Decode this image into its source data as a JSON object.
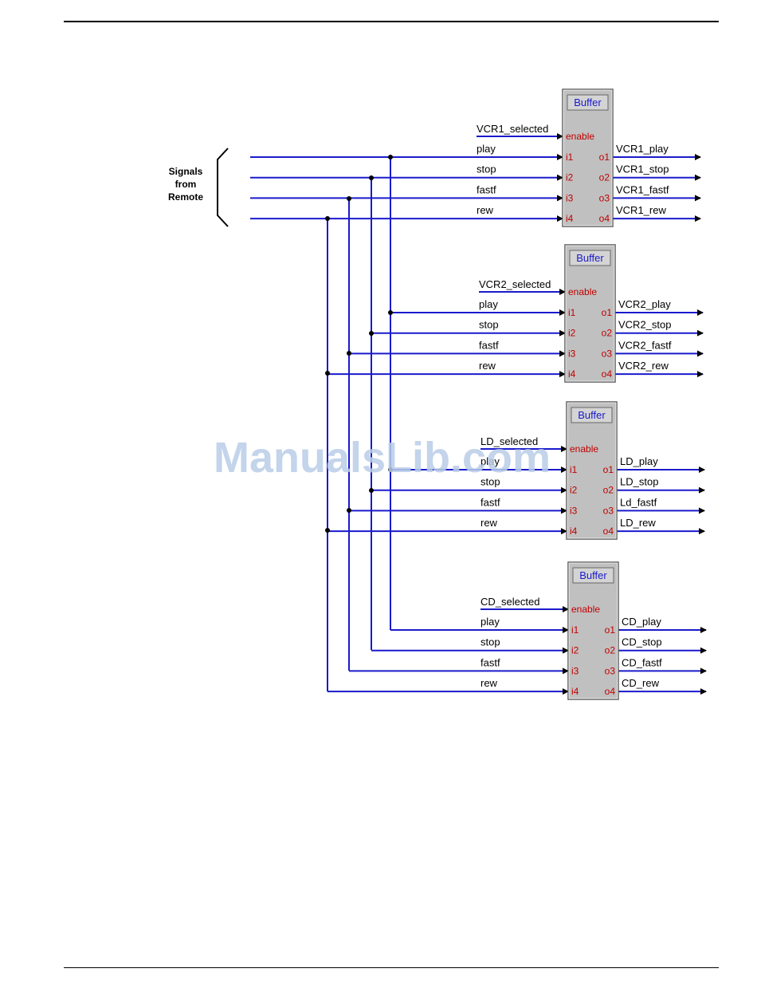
{
  "remote_label": [
    "Signals",
    "from",
    "Remote"
  ],
  "watermark": "ManualsLib.com",
  "buffers": [
    {
      "title": "Buffer",
      "enable_signal": "VCR1_selected",
      "enable_pin": "enable",
      "inputs": [
        "play",
        "stop",
        "fastf",
        "rew"
      ],
      "input_pins": [
        "i1",
        "i2",
        "i3",
        "i4"
      ],
      "output_pins": [
        "o1",
        "o2",
        "o3",
        "o4"
      ],
      "outputs": [
        "VCR1_play",
        "VCR1_stop",
        "VCR1_fastf",
        "VCR1_rew"
      ]
    },
    {
      "title": "Buffer",
      "enable_signal": "VCR2_selected",
      "enable_pin": "enable",
      "inputs": [
        "play",
        "stop",
        "fastf",
        "rew"
      ],
      "input_pins": [
        "i1",
        "i2",
        "i3",
        "i4"
      ],
      "output_pins": [
        "o1",
        "o2",
        "o3",
        "o4"
      ],
      "outputs": [
        "VCR2_play",
        "VCR2_stop",
        "VCR2_fastf",
        "VCR2_rew"
      ]
    },
    {
      "title": "Buffer",
      "enable_signal": "LD_selected",
      "enable_pin": "enable",
      "inputs": [
        "play",
        "stop",
        "fastf",
        "rew"
      ],
      "input_pins": [
        "i1",
        "i2",
        "i3",
        "i4"
      ],
      "output_pins": [
        "o1",
        "o2",
        "o3",
        "o4"
      ],
      "outputs": [
        "LD_play",
        "LD_stop",
        "Ld_fastf",
        "LD_rew"
      ]
    },
    {
      "title": "Buffer",
      "enable_signal": "CD_selected",
      "enable_pin": "enable",
      "inputs": [
        "play",
        "stop",
        "fastf",
        "rew"
      ],
      "input_pins": [
        "i1",
        "i2",
        "i3",
        "i4"
      ],
      "output_pins": [
        "o1",
        "o2",
        "o3",
        "o4"
      ],
      "outputs": [
        "CD_play",
        "CD_stop",
        "CD_fastf",
        "CD_rew"
      ]
    }
  ],
  "colors": {
    "wire": "#1a1acc",
    "pin_text": "#c00000",
    "box_fill": "#c0c0c0",
    "title_text": "#1a1acc"
  }
}
